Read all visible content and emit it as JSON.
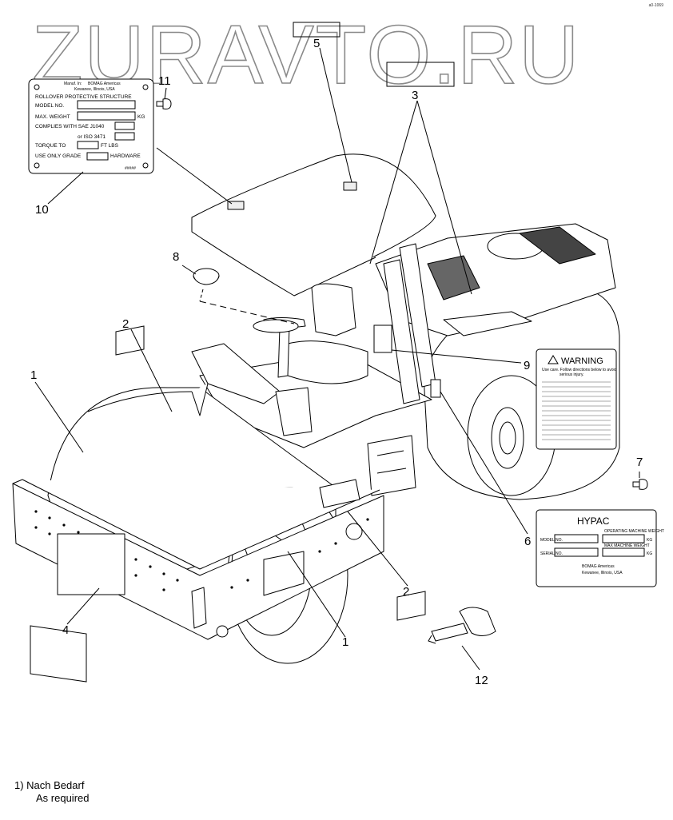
{
  "watermark": "ZURAVTO.RU",
  "corner_code": "a0-1069",
  "callouts": [
    "1",
    "1",
    "2",
    "2",
    "3",
    "4",
    "5",
    "6",
    "7",
    "8",
    "9",
    "10",
    "11",
    "12"
  ],
  "rops_plate": {
    "header_left": "Manuf. In:",
    "header_right": "BOMAG Americas",
    "header_sub": "Kewanee, Illinois, USA",
    "title": "ROLLOVER PROTECTIVE STRUCTURE",
    "model_no": "MODEL NO.",
    "max_weight": "MAX. WEIGHT",
    "kg": "KG",
    "complies": "COMPLIES WITH SAE J1040",
    "iso": "or ISO 3471",
    "torque": "TORQUE TO",
    "ft_lbs": "FT LBS",
    "use_only": "USE ONLY GRADE",
    "hardware": "HARDWARE",
    "part_no": "#####"
  },
  "warning_decal": {
    "title": "WARNING",
    "line1": "Use care. Follow directions below to avoid",
    "line2": "serious injury."
  },
  "hypac_plate": {
    "brand": "HYPAC",
    "op_weight": "OPERATING MACHINE WEIGHT",
    "model_no": "MODEL NO.",
    "max_weight": "MAX MACHINE WEIGHT",
    "serial_no": "SERIAL NO.",
    "kg": "KG",
    "made_in": "BOMAG Americas",
    "city": "Kewanee, Illinois, USA"
  },
  "footnote": {
    "line1": "1) Nach Bedarf",
    "line2": "As required"
  }
}
